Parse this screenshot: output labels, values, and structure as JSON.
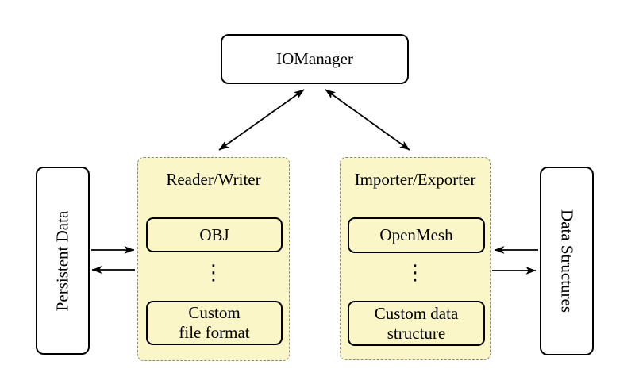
{
  "diagram": {
    "io_manager": {
      "label": "IOManager"
    },
    "persistent_data": {
      "label": "Persistent Data"
    },
    "data_structures": {
      "label": "Data Structures"
    },
    "reader_writer": {
      "title": "Reader/Writer",
      "items": [
        {
          "label": "OBJ"
        },
        {
          "label": "Custom\nfile format"
        }
      ],
      "ellipsis": "⋮"
    },
    "importer_exporter": {
      "title": "Importer/Exporter",
      "items": [
        {
          "label": "OpenMesh"
        },
        {
          "label": "Custom data\nstructure"
        }
      ],
      "ellipsis": "⋮"
    },
    "colors": {
      "group_fill": "#faf6c8",
      "group_border": "#8c8c8c",
      "node_border": "#000000",
      "node_fill": "#ffffff",
      "arrow": "#000000"
    }
  }
}
